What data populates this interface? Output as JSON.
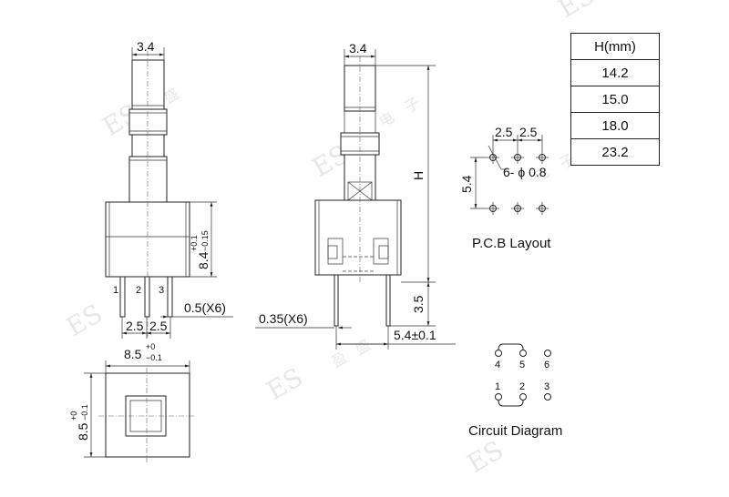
{
  "watermark": {
    "brand": "ES",
    "chars": [
      "盈",
      "盛",
      "电",
      "子"
    ]
  },
  "front_view": {
    "top_width": "3.4",
    "body_height": "8.4",
    "body_height_tol_plus": "+0.1",
    "body_height_tol_minus": "−0.15",
    "pin_labels": [
      "1",
      "2",
      "3"
    ],
    "pin_width": "0.5(X6)",
    "pitch_1": "2.5",
    "pitch_2": "2.5"
  },
  "bottom_view": {
    "width": "8.5",
    "width_tol_plus": "+0",
    "width_tol_minus": "−0.1",
    "height": "8.5",
    "height_tol_plus": "+0",
    "height_tol_minus": "−0.1"
  },
  "side_view": {
    "top_width": "3.4",
    "height_label": "H",
    "pin_length": "3.5",
    "pin_thickness": "0.35(X6)",
    "pin_spacing": "5.4±0.1"
  },
  "pcb_layout": {
    "title": "P.C.B Layout",
    "pitch_1": "2.5",
    "pitch_2": "2.5",
    "row_spacing": "5.4",
    "hole_spec": "6- ϕ 0.8"
  },
  "h_table": {
    "header": "H(mm)",
    "values": [
      "14.2",
      "15.0",
      "18.0",
      "23.2"
    ]
  },
  "circuit": {
    "title": "Circuit Diagram",
    "top_pins": [
      "4",
      "5",
      "6"
    ],
    "bottom_pins": [
      "1",
      "2",
      "3"
    ]
  }
}
